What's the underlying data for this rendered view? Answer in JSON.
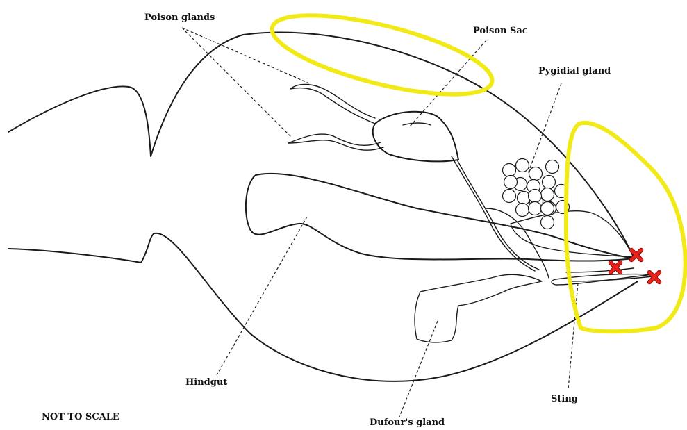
{
  "labels": {
    "poison_glands": "Poison glands",
    "poison_sac": "Poison Sac",
    "pygidial_gland": "Pygidial gland",
    "hindgut": "Hindgut",
    "dufours_gland": "Dufour's gland",
    "sting": "Sting",
    "not_to_scale": "NOT TO SCALE"
  },
  "highlight_color": "#f2ea16",
  "marker_color": "#e8231c",
  "marker_icon": "x-mark",
  "marker_count": 3,
  "pygidial_gland_circle_count": 20
}
